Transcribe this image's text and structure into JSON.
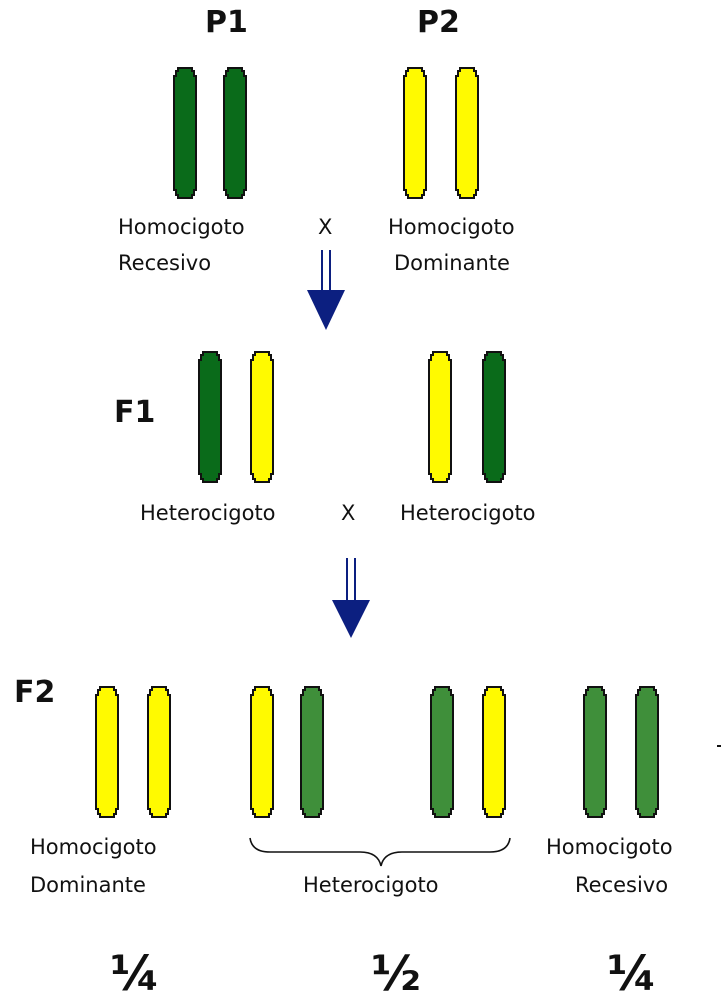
{
  "generations": {
    "p1": "P1",
    "p2": "P2",
    "f1": "F1",
    "f2": "F2"
  },
  "cross_symbol": "X",
  "parents": {
    "left_line1": "Homocigoto",
    "left_line2": "Recesivo",
    "right_line1": "Homocigoto",
    "right_line2": "Dominante"
  },
  "f1": {
    "left": "Heterocigoto",
    "right": "Heterocigoto"
  },
  "f2": {
    "dominant_line1": "Homocigoto",
    "dominant_line2": "Dominante",
    "hetero": "Heterocigoto",
    "recessive_line1": "Homocigoto",
    "recessive_line2": "Recesivo"
  },
  "ratios": {
    "dominant": "¼",
    "hetero": "½",
    "recessive": "¼"
  },
  "colors": {
    "dark_green": "#0a6b1a",
    "yellow": "#fffa00",
    "f2_green": "#3f8f3a",
    "arrow": "#0c1f80",
    "outline": "#111111"
  }
}
